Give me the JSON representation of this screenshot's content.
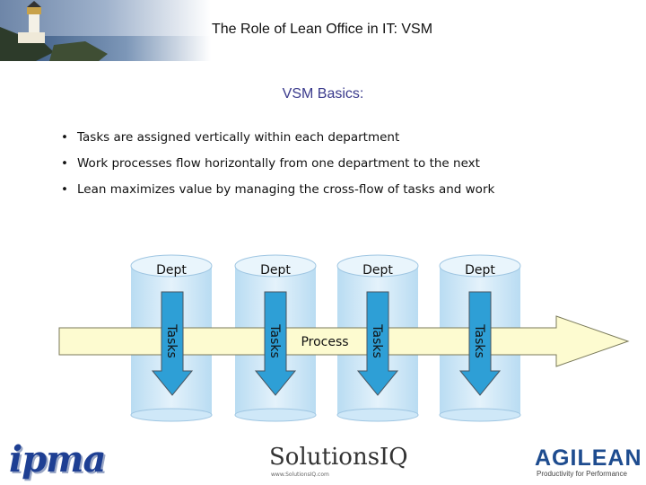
{
  "header": {
    "title": "The Role of Lean Office in IT:  VSM"
  },
  "subtitle": "VSM Basics:",
  "bullets": [
    "Tasks are assigned vertically within each department",
    "Work processes flow horizontally from one department to the next",
    "Lean maximizes value by managing the cross-flow of tasks and work"
  ],
  "diagram": {
    "departments": [
      {
        "label": "Dept",
        "task_label": "Tasks"
      },
      {
        "label": "Dept",
        "task_label": "Tasks"
      },
      {
        "label": "Dept",
        "task_label": "Tasks"
      },
      {
        "label": "Dept",
        "task_label": "Tasks"
      }
    ],
    "process_label": "Process",
    "colors": {
      "cylinder": "#cfe8f8",
      "cylinder_edge": "#9fc6e2",
      "task_arrow": "#2e9fd6",
      "process_arrow": "#fdfbd0"
    }
  },
  "footer": {
    "logo_left": "ipma",
    "logo_center": "SolutionsIQ",
    "logo_center_url": "www.SolutionsIQ.com",
    "logo_right": "AGILEAN",
    "logo_right_tagline": "Productivity for Performance"
  }
}
